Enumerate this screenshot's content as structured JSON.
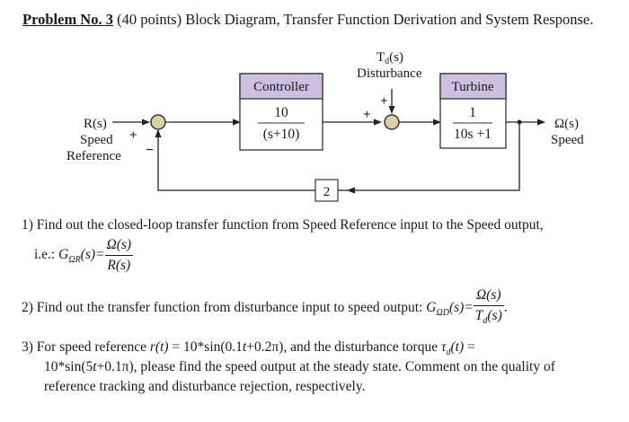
{
  "title": {
    "problem_number": "Problem No. 3",
    "description": " (40 points) Block Diagram, Transfer Function Derivation and System Response."
  },
  "diagram": {
    "input_label": [
      "R(s)",
      "Speed",
      "Reference"
    ],
    "sum1_signs": {
      "plus": "+",
      "minus": "−"
    },
    "controller": {
      "header": "Controller",
      "numerator": "10",
      "denominator": "(s+10)"
    },
    "disturbance_label": [
      "T",
      "d",
      "(s)",
      "Disturbance"
    ],
    "sum2_signs": {
      "top": "+",
      "left": "+"
    },
    "turbine": {
      "header": "Turbine",
      "numerator": "1",
      "denominator": "10s +1"
    },
    "output_label": [
      "Ω(s)",
      "Speed"
    ],
    "feedback_gain": "2",
    "colors": {
      "block_header": "#cdbfe0",
      "summing_junction": "#d9d0a8",
      "line": "#222222"
    }
  },
  "questions": [
    {
      "line1": "1) Find out the closed-loop transfer function from Speed Reference input to the Speed output,",
      "prefix": "i.e.: ",
      "G": "G",
      "G_sub": "ΩR",
      "arg": "(s)=",
      "num": "Ω(s)",
      "den": "R(s)"
    },
    {
      "line1": "2) Find out the transfer function from disturbance input to speed output: ",
      "G": "G",
      "G_sub": "ΩD",
      "arg": "(s)=",
      "num": "Ω(s)",
      "den": "T",
      "den_sub": "d",
      "den_tail": "(s)",
      "suffix": "."
    },
    {
      "line1_a": "3) For speed reference ",
      "line1_r": "r(t)",
      "line1_b": " = 10*sin(0.1",
      "line1_t": "t",
      "line1_c": "+0.2π), and the disturbance torque ",
      "line1_tau": "τ",
      "line1_tau_sub": "d",
      "line1_tau_t": "(t)",
      "line1_d": " =",
      "line2_a": "10*sin(5",
      "line2_t": "t",
      "line2_b": "+0.1π), please find the speed output at the steady state. Comment on the quality of",
      "line3": "reference tracking and disturbance rejection, respectively."
    }
  ]
}
